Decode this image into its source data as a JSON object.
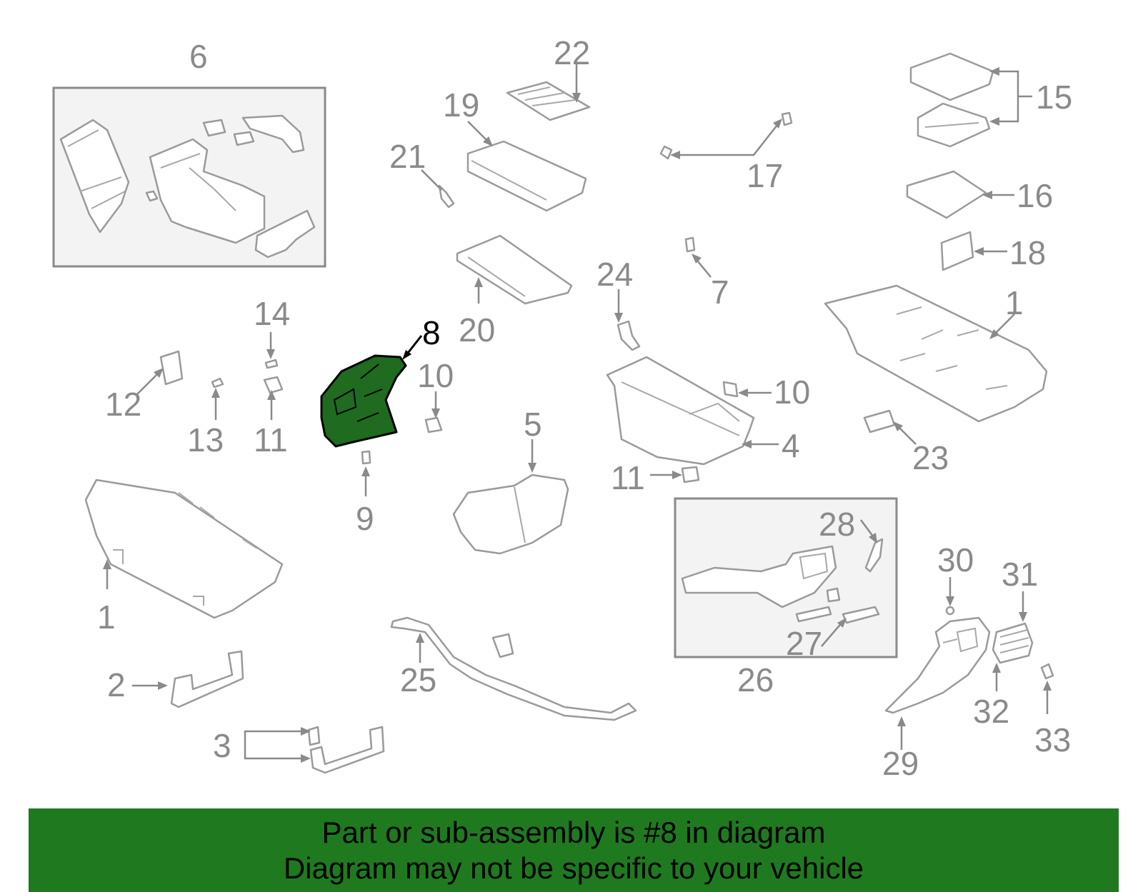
{
  "diagram": {
    "highlight_color": "#1f6b1f",
    "banner_color": "#1f7a1f",
    "callouts": {
      "c6": "6",
      "c22": "22",
      "c19": "19",
      "c21": "21",
      "c17": "17",
      "c15": "15",
      "c16": "16",
      "c18": "18",
      "c1a": "1",
      "c24": "24",
      "c7": "7",
      "c14": "14",
      "c8": "8",
      "c20": "20",
      "c10a": "10",
      "c10b": "10",
      "c12": "12",
      "c13": "13",
      "c11a": "11",
      "c5": "5",
      "c4": "4",
      "c23": "23",
      "c9": "9",
      "c11b": "11",
      "c28": "28",
      "c1b": "1",
      "c30": "30",
      "c31": "31",
      "c27": "27",
      "c2": "2",
      "c25": "25",
      "c26": "26",
      "c32": "32",
      "c33": "33",
      "c3": "3",
      "c29": "29"
    }
  },
  "banner": {
    "line1": "Part or sub-assembly is #8 in diagram",
    "line2": "Diagram may not be specific to your vehicle"
  }
}
